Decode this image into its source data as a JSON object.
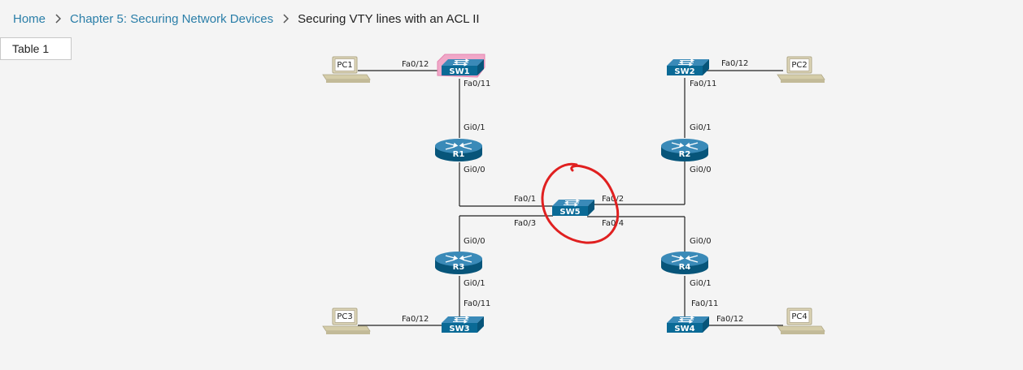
{
  "breadcrumb": {
    "home": "Home",
    "chapter": "Chapter 5: Securing Network Devices",
    "current": "Securing VTY lines with an ACL II"
  },
  "tabs": {
    "table1": "Table 1"
  },
  "devices": {
    "pc1": "PC1",
    "pc2": "PC2",
    "pc3": "PC3",
    "pc4": "PC4",
    "sw1": "SW1",
    "sw2": "SW2",
    "sw3": "SW3",
    "sw4": "SW4",
    "sw5": "SW5",
    "r1": "R1",
    "r2": "R2",
    "r3": "R3",
    "r4": "R4"
  },
  "ports": {
    "sw1_fa012": "Fa0/12",
    "sw1_fa011": "Fa0/11",
    "r1_gi01": "Gi0/1",
    "r1_gi00": "Gi0/0",
    "sw2_fa012": "Fa0/12",
    "sw2_fa011": "Fa0/11",
    "r2_gi01": "Gi0/1",
    "r2_gi00": "Gi0/0",
    "sw5_fa01": "Fa0/1",
    "sw5_fa02": "Fa0/2",
    "sw5_fa03": "Fa0/3",
    "sw5_fa04": "Fa0/4",
    "r3_gi00": "Gi0/0",
    "r3_gi01": "Gi0/1",
    "sw3_fa011": "Fa0/11",
    "sw3_fa012": "Fa0/12",
    "r4_gi00": "Gi0/0",
    "r4_gi01": "Gi0/1",
    "sw4_fa011": "Fa0/11",
    "sw4_fa012": "Fa0/12"
  },
  "colors": {
    "link": "#2a7ea8",
    "device": "#0a6a96",
    "highlight": "#f0a8c8",
    "annotation": "#e02020",
    "pc": "#d8d0b0"
  },
  "icons": {
    "separator": "chevron-right-icon",
    "switch": "switch-icon",
    "router": "router-icon",
    "pc": "pc-icon"
  }
}
